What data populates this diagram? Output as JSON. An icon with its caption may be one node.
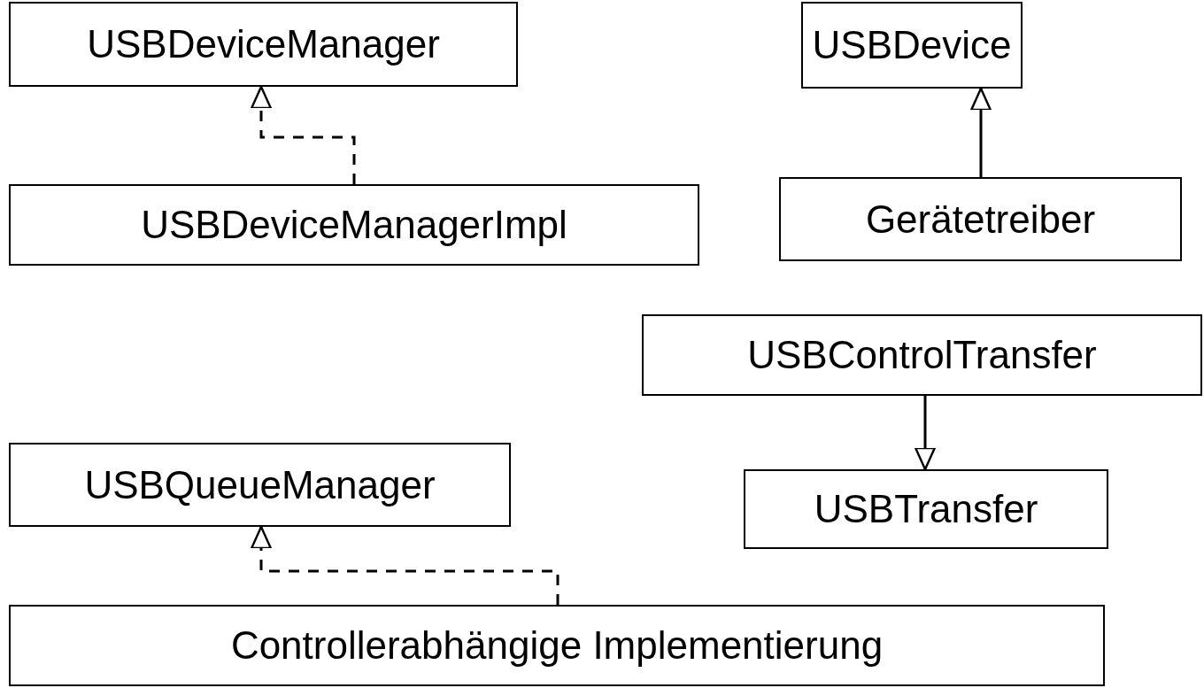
{
  "diagram": {
    "nodes": [
      {
        "text": [
          "USBDeviceManager"
        ]
      },
      {
        "text": [
          "USBDeviceManagerImpl"
        ]
      },
      {
        "text": [
          "USBDevice"
        ]
      },
      {
        "text": [
          "Gerätetreiber"
        ]
      },
      {
        "text": [
          "USBControlTransfer"
        ]
      },
      {
        "text": [
          "USBTransfer"
        ]
      },
      {
        "text": [
          "USBQueueManager"
        ]
      },
      {
        "text": [
          "Controllerabhängige Implementierung"
        ]
      }
    ],
    "edges": [
      {
        "from": 1,
        "to": 0,
        "arrow": "to",
        "style": "dashed"
      },
      {
        "from": 3,
        "to": 2,
        "arrow": "to"
      },
      {
        "from": 4,
        "to": 5,
        "arrow": "to"
      },
      {
        "from": 7,
        "to": 6,
        "arrow": "to",
        "style": "dashed"
      }
    ]
  }
}
